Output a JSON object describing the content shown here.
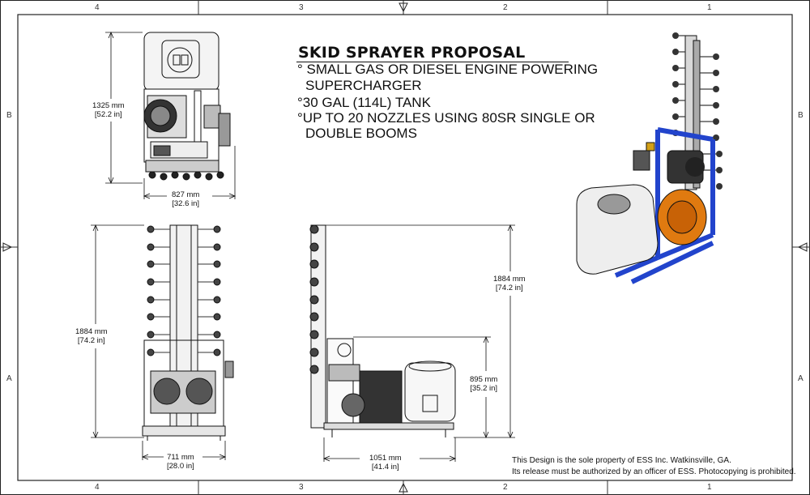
{
  "drawing": {
    "title": "SKID SPRAYER PROPOSAL",
    "specs": [
      "° SMALL GAS OR DIESEL ENGINE POWERING",
      "SUPERCHARGER",
      "°30 GAL (114L) TANK",
      "°UP TO 20 NOZZLES USING 80SR SINGLE OR",
      "DOUBLE BOOMS"
    ],
    "dimensions": {
      "top_height_mm": "1325 mm",
      "top_height_in": "[52.2 in]",
      "top_width_mm": "827 mm",
      "top_width_in": "[32.6 in]",
      "front_height_mm": "1884 mm",
      "front_height_in": "[74.2 in]",
      "front_width_mm": "711 mm",
      "front_width_in": "[28.0 in]",
      "side_height_mm": "1884 mm",
      "side_height_in": "[74.2 in]",
      "tank_height_mm": "895 mm",
      "tank_height_in": "[35.2 in]",
      "side_width_mm": "1051 mm",
      "side_width_in": "[41.4 in]"
    },
    "footer": {
      "line1": "This Design is the sole property of ESS Inc. Watkinsville, GA.",
      "line2": "Its release must be authorized by an officer of ESS. Photocopying is prohibited."
    }
  },
  "zones": {
    "columns": [
      "4",
      "3",
      "2",
      "1"
    ],
    "rows": [
      "B",
      "A"
    ]
  },
  "colors": {
    "frame_blue": "#2244cc",
    "pump_orange": "#e07a10",
    "line": "#111111"
  }
}
